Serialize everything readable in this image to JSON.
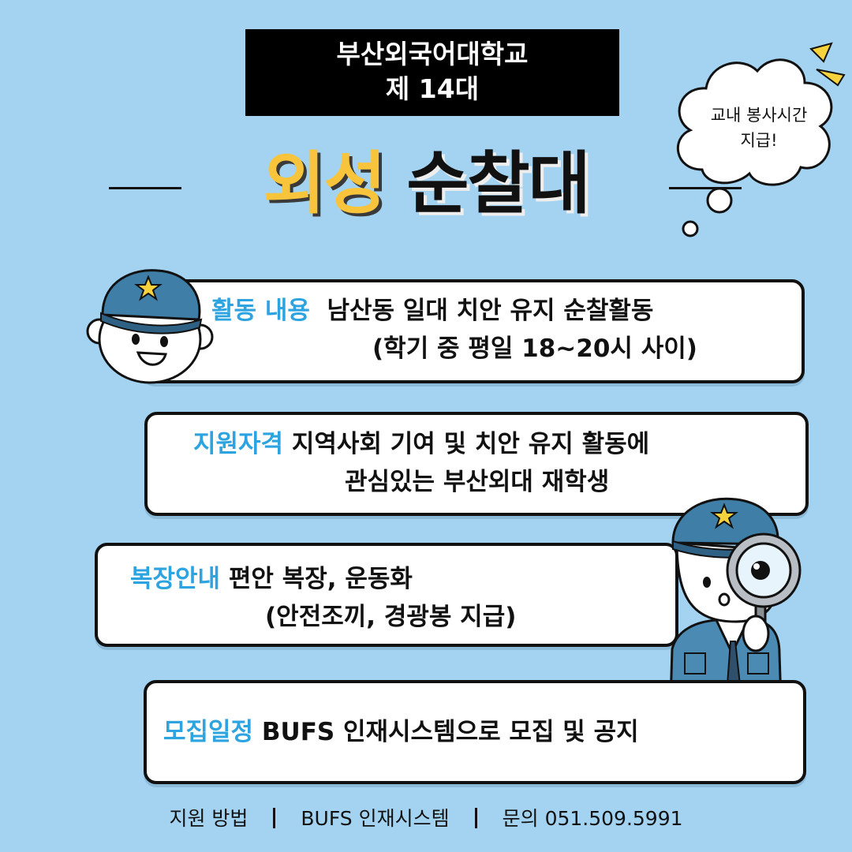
{
  "header": {
    "line1": "부산외국어대학교",
    "line2": "제 14대"
  },
  "title": {
    "part1": "외성",
    "part2": "순찰대"
  },
  "bubble": {
    "line1": "교내 봉사시간",
    "line2": "지급!"
  },
  "items": [
    {
      "key": "활동 내용",
      "line1": "남산동 일대 치안 유지 순찰활동",
      "line2": "(학기 중 평일 18~20시 사이)"
    },
    {
      "key": "지원자격",
      "line1": "지역사회 기여 및 치안 유지 활동에",
      "line2": "관심있는 부산외대 재학생"
    },
    {
      "key": "복장안내",
      "line1": "편안 복장, 운동화",
      "line2": "(안전조끼, 경광봉 지급)"
    },
    {
      "key": "모집일정",
      "line1": "BUFS 인재시스템으로 모집 및 공지"
    }
  ],
  "footer": {
    "item1": "지원 방법",
    "item2": "BUFS 인재시스템",
    "item3": "문의 051.509.5991"
  },
  "colors": {
    "background": "#a3d3f1",
    "accent_blue": "#2da3e0",
    "title_yellow": "#f8c43c",
    "cap": "#3f7ea6"
  },
  "icons": [
    "police-cap-icon",
    "star-badge-icon",
    "magnifying-glass-icon",
    "thought-bubble-icon",
    "sparkle-icon"
  ]
}
